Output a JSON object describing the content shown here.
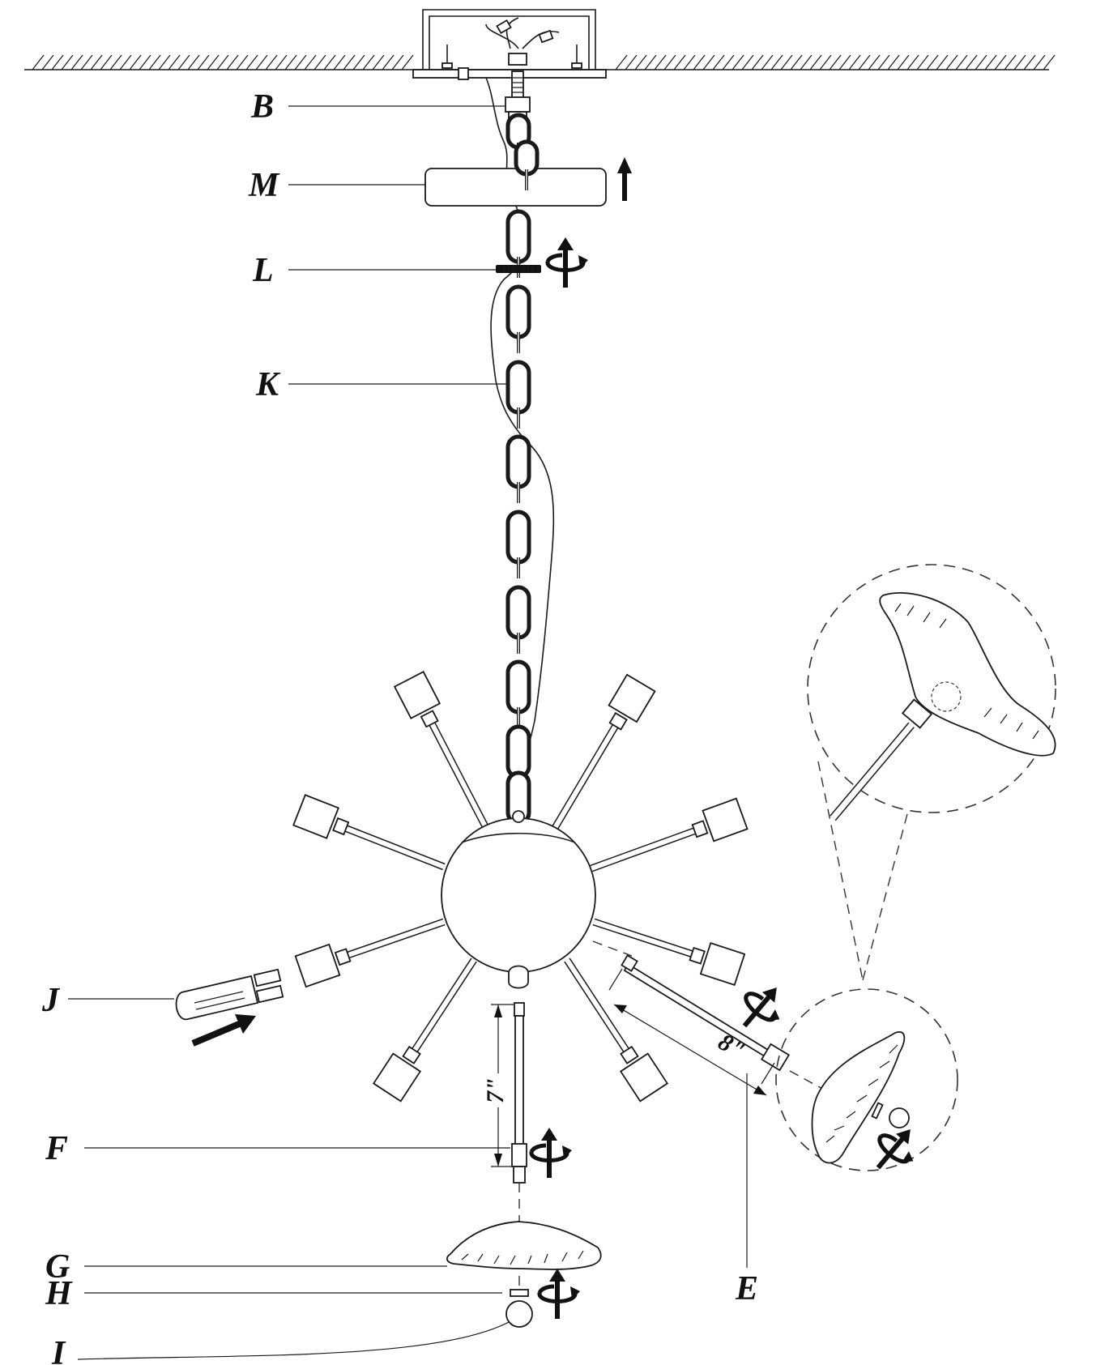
{
  "labels": {
    "B": "B",
    "M": "M",
    "L": "L",
    "K": "K",
    "J": "J",
    "F": "F",
    "G": "G",
    "H": "H",
    "I": "I",
    "E": "E"
  },
  "dimensions": {
    "stem_length": "7\"",
    "arm_length": "8\""
  },
  "icons": {
    "lift_arrow": "up-arrow-icon",
    "rotate": "rotate-icon",
    "insert_arrow": "diagonal-arrow-icon"
  },
  "colors": {
    "ink": "#111111",
    "paper": "#ffffff"
  }
}
